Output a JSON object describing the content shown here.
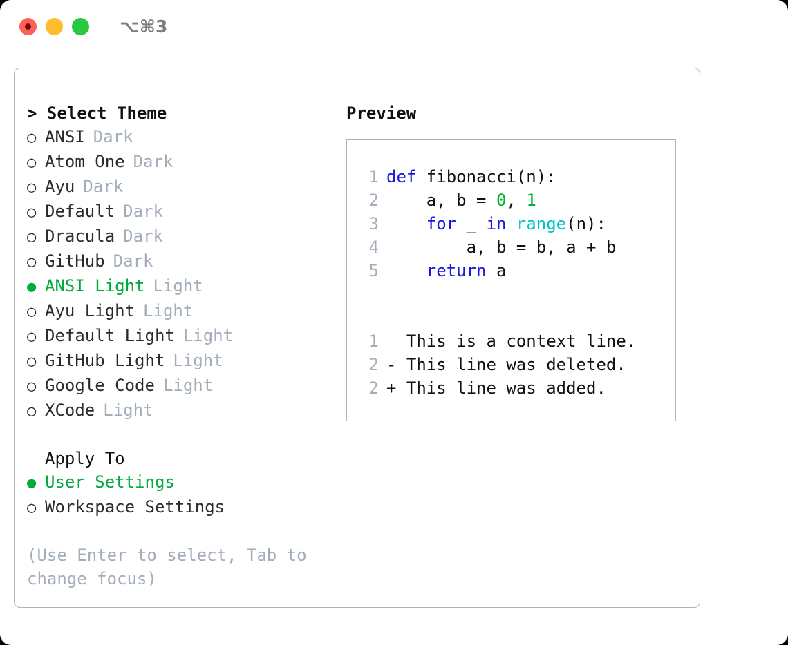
{
  "titlebar": {
    "shortcut": "⌥⌘3",
    "buttons": [
      {
        "name": "close",
        "color": "#ff5f57"
      },
      {
        "name": "minimize",
        "color": "#ffbd2e"
      },
      {
        "name": "zoom",
        "color": "#28c840"
      }
    ]
  },
  "theme_picker": {
    "header": "> Select Theme",
    "caret": ">",
    "header_text": "Select Theme",
    "selected_marker": "●",
    "unselected_marker": "○",
    "accent_color": "#00aa3c",
    "muted_color": "#a3adba",
    "items": [
      {
        "marker": "○",
        "label": "ANSI",
        "variant": "Dark",
        "selected": false
      },
      {
        "marker": "○",
        "label": "Atom One",
        "variant": "Dark",
        "selected": false
      },
      {
        "marker": "○",
        "label": "Ayu",
        "variant": "Dark",
        "selected": false
      },
      {
        "marker": "○",
        "label": "Default",
        "variant": "Dark",
        "selected": false
      },
      {
        "marker": "○",
        "label": "Dracula",
        "variant": "Dark",
        "selected": false
      },
      {
        "marker": "○",
        "label": "GitHub",
        "variant": "Dark",
        "selected": false
      },
      {
        "marker": "●",
        "label": "ANSI Light",
        "variant": "Light",
        "selected": true
      },
      {
        "marker": "○",
        "label": "Ayu Light",
        "variant": "Light",
        "selected": false
      },
      {
        "marker": "○",
        "label": "Default Light",
        "variant": "Light",
        "selected": false
      },
      {
        "marker": "○",
        "label": "GitHub Light",
        "variant": "Light",
        "selected": false
      },
      {
        "marker": "○",
        "label": "Google Code",
        "variant": "Light",
        "selected": false
      },
      {
        "marker": "○",
        "label": "XCode",
        "variant": "Light",
        "selected": false
      }
    ]
  },
  "apply_to": {
    "title": "Apply To",
    "items": [
      {
        "marker": "●",
        "label": "User Settings",
        "selected": true
      },
      {
        "marker": "○",
        "label": "Workspace Settings",
        "selected": false
      }
    ]
  },
  "hint": "(Use Enter to select, Tab to change focus)",
  "preview": {
    "title": "Preview",
    "code": [
      {
        "line_no": "1",
        "tokens": [
          {
            "text": "def",
            "type": "kw"
          },
          {
            "text": " fibonacci(n):",
            "type": "plain"
          }
        ]
      },
      {
        "line_no": "2",
        "tokens": [
          {
            "text": "    a, b = ",
            "type": "plain"
          },
          {
            "text": "0",
            "type": "num"
          },
          {
            "text": ", ",
            "type": "plain"
          },
          {
            "text": "1",
            "type": "num"
          }
        ]
      },
      {
        "line_no": "3",
        "tokens": [
          {
            "text": "    ",
            "type": "plain"
          },
          {
            "text": "for",
            "type": "kw"
          },
          {
            "text": " _ ",
            "type": "plain"
          },
          {
            "text": "in",
            "type": "kw"
          },
          {
            "text": " ",
            "type": "plain"
          },
          {
            "text": "range",
            "type": "fn"
          },
          {
            "text": "(n):",
            "type": "plain"
          }
        ]
      },
      {
        "line_no": "4",
        "tokens": [
          {
            "text": "        a, b = b, a + b",
            "type": "plain"
          }
        ]
      },
      {
        "line_no": "5",
        "tokens": [
          {
            "text": "    ",
            "type": "plain"
          },
          {
            "text": "return",
            "type": "kw"
          },
          {
            "text": " a",
            "type": "plain"
          }
        ]
      }
    ],
    "diff": [
      {
        "line_no": "1",
        "prefix": "  ",
        "text": "This is a context line.",
        "type": "context"
      },
      {
        "line_no": "2",
        "prefix": "- ",
        "text": "This line was deleted.",
        "type": "deleted"
      },
      {
        "line_no": "2",
        "prefix": "+ ",
        "text": "This line was added.",
        "type": "added"
      }
    ],
    "colors": {
      "keyword": "#1818e0",
      "function": "#00c3c3",
      "number": "#00b227",
      "plain": "#111111",
      "line_number": "#a3adba",
      "diff_context": "#8a8a8a",
      "diff_deleted": "#cc1111",
      "diff_added": "#00b227",
      "border": "#a9b4c2"
    }
  }
}
